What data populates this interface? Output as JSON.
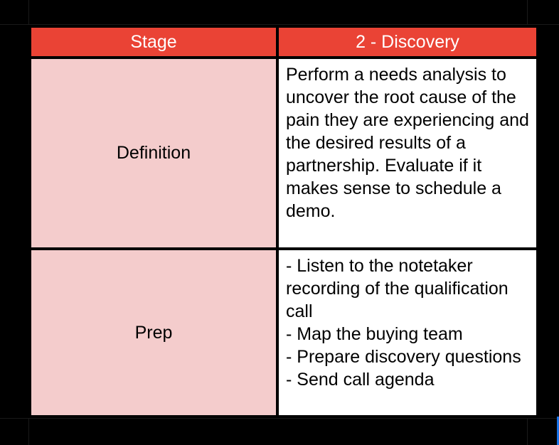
{
  "table": {
    "header": {
      "col1": "Stage",
      "col2": "2 - Discovery"
    },
    "rows": [
      {
        "label": "Definition",
        "content": "Perform a needs analysis to uncover the root cause of the pain they are experiencing and the desired results of a partnership. Evaluate if it makes sense to schedule a demo."
      },
      {
        "label": "Prep",
        "content": "- Listen to the notetaker recording of the qualification call\n- Map the buying team\n- Prepare discovery questions\n- Send call agenda"
      }
    ]
  },
  "colors": {
    "header_bg": "#ea4335",
    "label_bg": "#f4cccc",
    "content_bg": "#ffffff",
    "background": "#000000"
  }
}
